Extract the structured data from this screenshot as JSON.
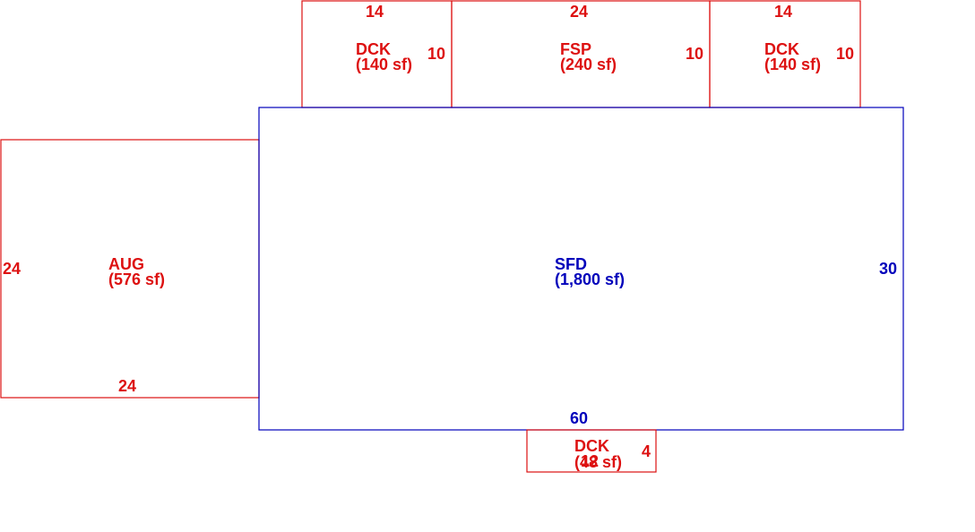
{
  "colors": {
    "addition": "#dd1111",
    "main": "#0000bb",
    "background": "#ffffff"
  },
  "areas": {
    "deck_left": {
      "code": "DCK",
      "area": "(140 sf)",
      "top": "14",
      "side": "10"
    },
    "fsp": {
      "code": "FSP",
      "area": "(240 sf)",
      "top": "24",
      "side": "10"
    },
    "deck_right": {
      "code": "DCK",
      "area": "(140 sf)",
      "top": "14",
      "side": "10"
    },
    "aug": {
      "code": "AUG",
      "area": "(576 sf)",
      "side": "24",
      "bottom": "24"
    },
    "sfd": {
      "code": "SFD",
      "area": "(1,800 sf)",
      "side": "30",
      "bottom": "60"
    },
    "deck_bottom": {
      "code": "DCK",
      "area": "(48 sf)",
      "overlap": "12",
      "side": "4"
    }
  }
}
